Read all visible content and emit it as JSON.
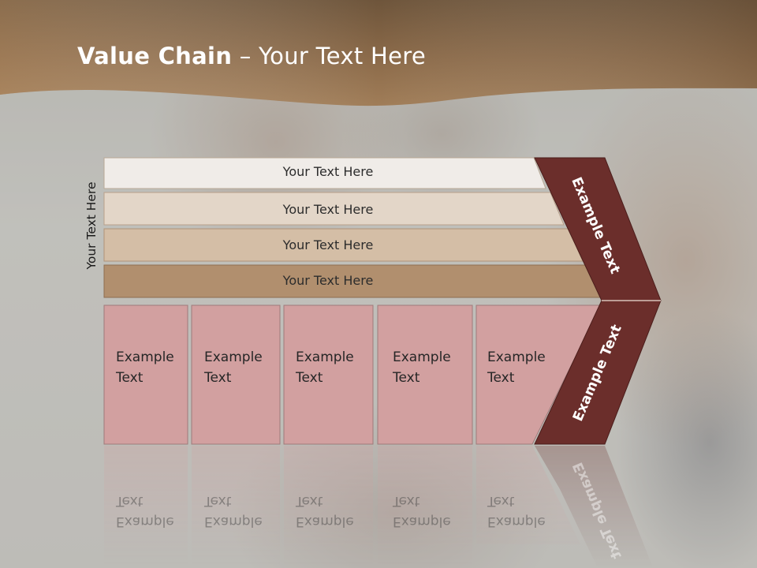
{
  "slide": {
    "title_bold": "Value Chain",
    "title_rest": " – Your Text Here",
    "vertical_label": "Your Text Here",
    "rows": [
      {
        "label": "Your Text Here",
        "color": "#f0ece8"
      },
      {
        "label": "Your Text Here",
        "color": "#e3d6c8"
      },
      {
        "label": "Your Text Here",
        "color": "#d4bea6"
      },
      {
        "label": "Your Text Here",
        "color": "#b18f6e"
      }
    ],
    "boxes": [
      {
        "line1": "Example",
        "line2": "Text"
      },
      {
        "line1": "Example",
        "line2": "Text"
      },
      {
        "line1": "Example",
        "line2": "Text"
      },
      {
        "line1": "Example",
        "line2": "Text"
      },
      {
        "line1": "Example",
        "line2": "Text"
      }
    ],
    "chevron_top_label": "Example Text",
    "chevron_bottom_label": "Example Text",
    "colors": {
      "header": "#9a7450",
      "box_fill": "#d2a0a0",
      "chevron": "#6b2e2b"
    }
  }
}
